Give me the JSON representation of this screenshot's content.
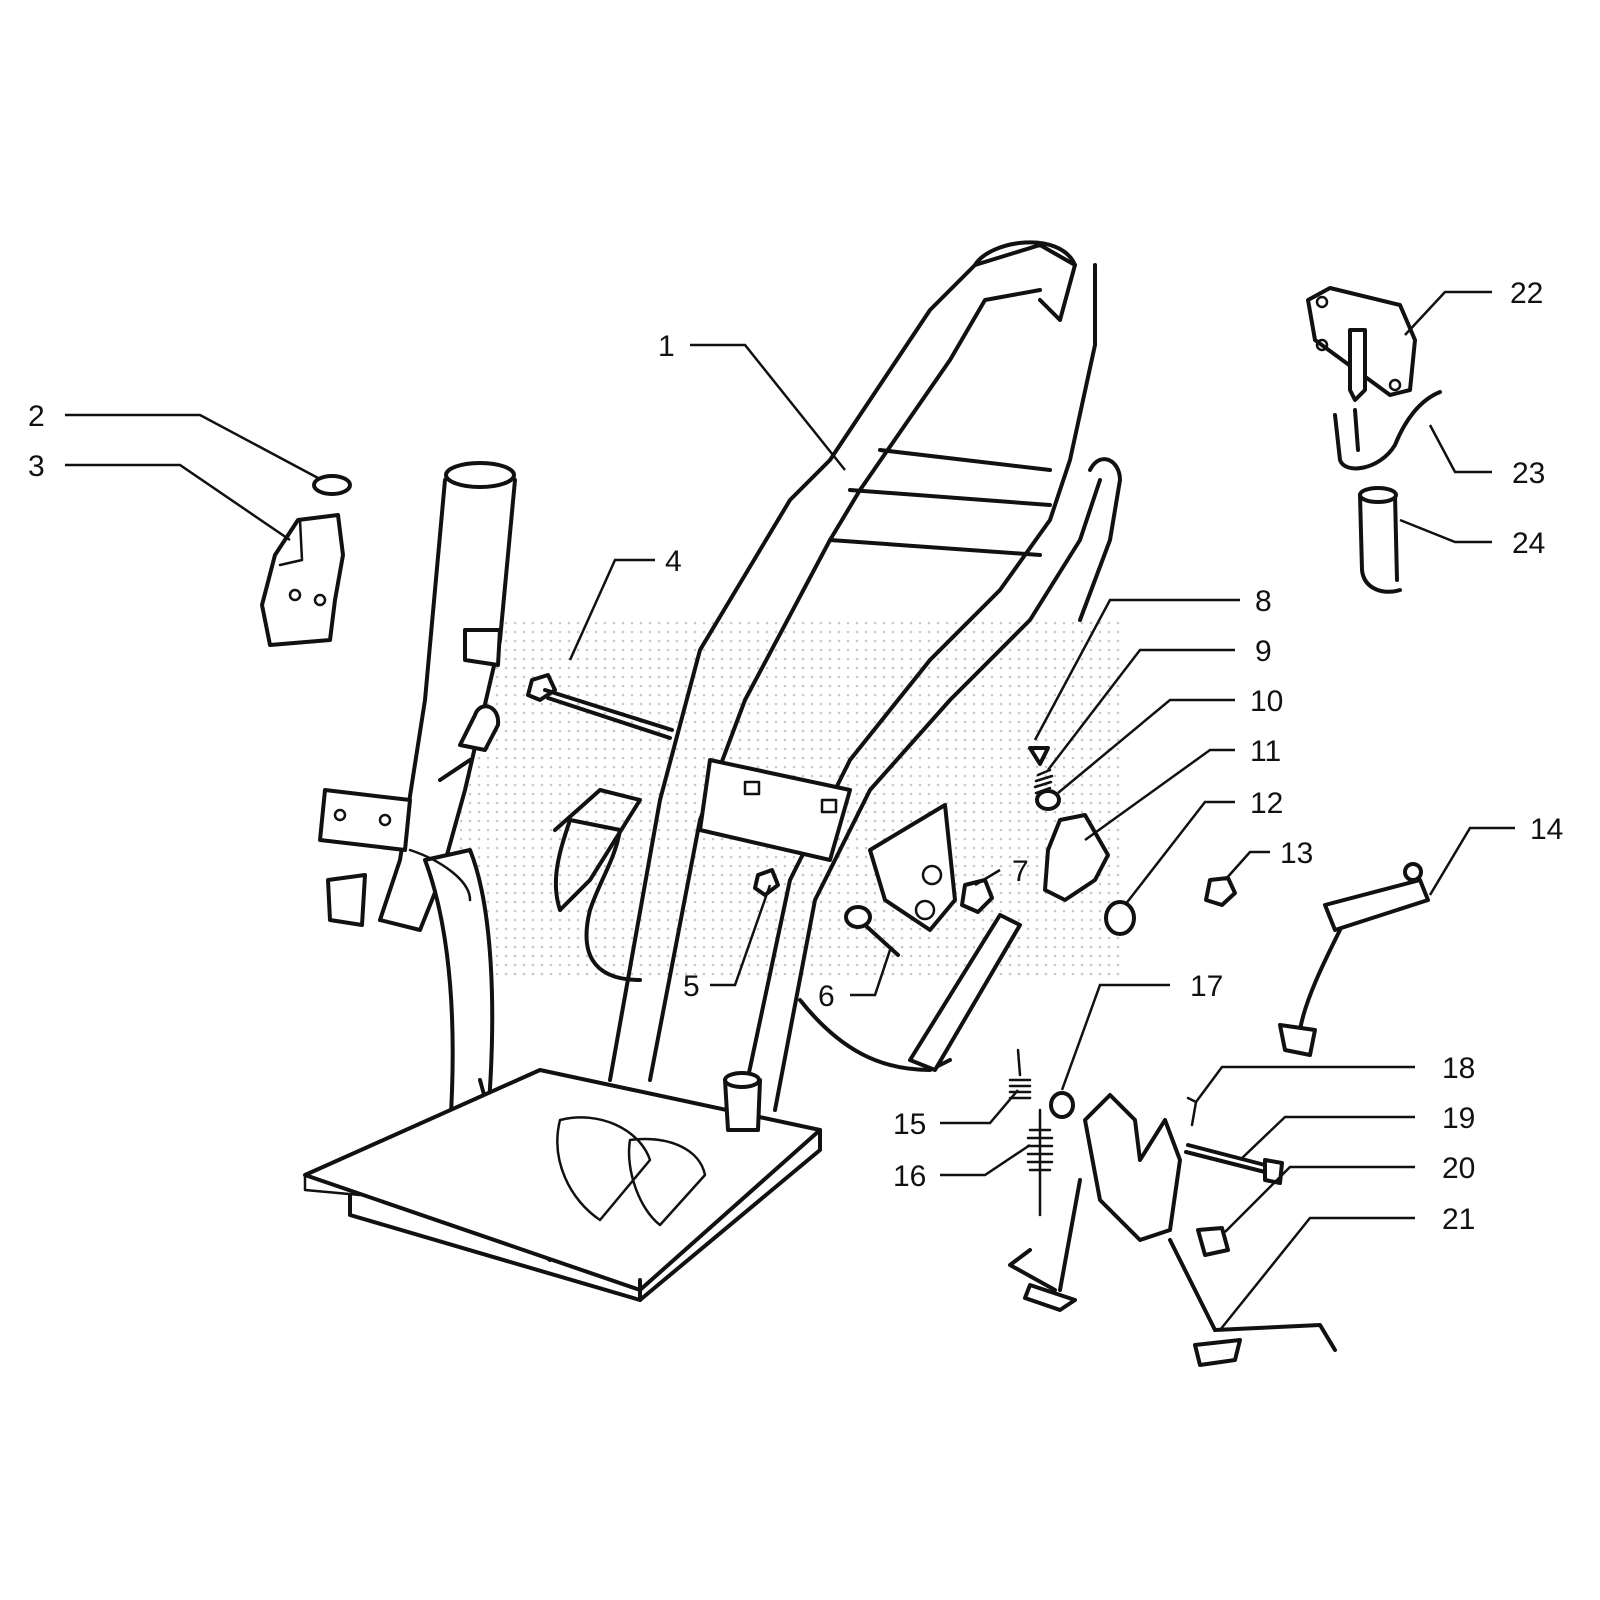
{
  "diagram": {
    "dot_color": "#c8c8c8",
    "line_color": "#111111",
    "callouts": [
      {
        "id": "1",
        "text": "1"
      },
      {
        "id": "2",
        "text": "2"
      },
      {
        "id": "3",
        "text": "3"
      },
      {
        "id": "4",
        "text": "4"
      },
      {
        "id": "5",
        "text": "5"
      },
      {
        "id": "6",
        "text": "6"
      },
      {
        "id": "7",
        "text": "7"
      },
      {
        "id": "8",
        "text": "8"
      },
      {
        "id": "9",
        "text": "9"
      },
      {
        "id": "10",
        "text": "10"
      },
      {
        "id": "11",
        "text": "11"
      },
      {
        "id": "12",
        "text": "12"
      },
      {
        "id": "13",
        "text": "13"
      },
      {
        "id": "14",
        "text": "14"
      },
      {
        "id": "15",
        "text": "15"
      },
      {
        "id": "16",
        "text": "16"
      },
      {
        "id": "17",
        "text": "17"
      },
      {
        "id": "18",
        "text": "18"
      },
      {
        "id": "19",
        "text": "19"
      },
      {
        "id": "20",
        "text": "20"
      },
      {
        "id": "21",
        "text": "21"
      },
      {
        "id": "22",
        "text": "22"
      },
      {
        "id": "23",
        "text": "23"
      },
      {
        "id": "24",
        "text": "24"
      }
    ]
  }
}
